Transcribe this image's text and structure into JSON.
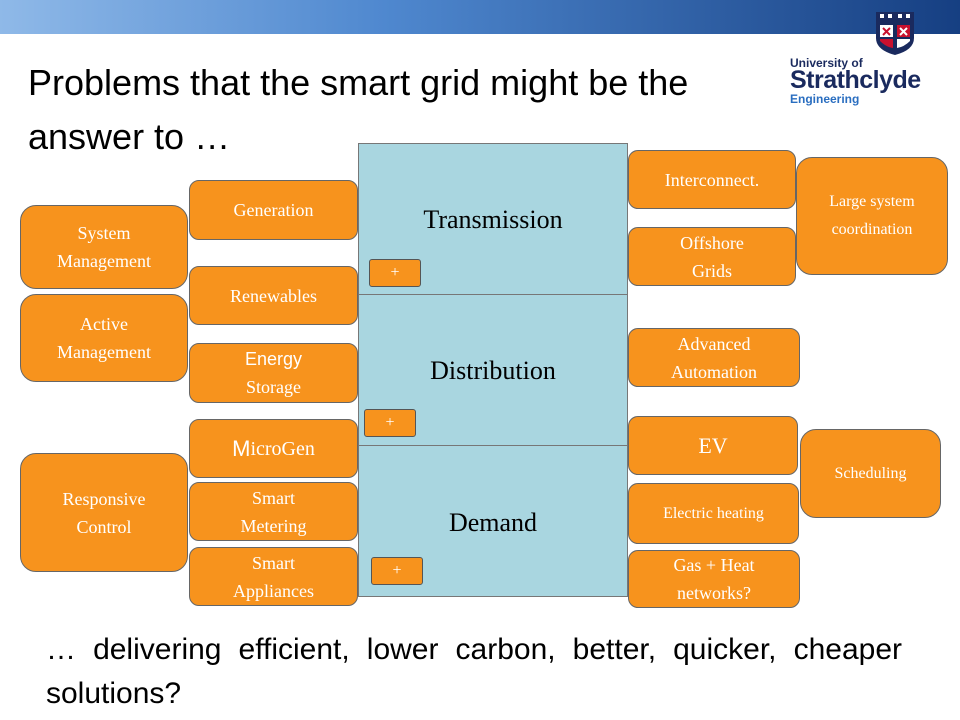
{
  "title": "Problems that the smart grid might be the answer to …",
  "logo": {
    "line1": "University of",
    "line2": "Strathclyde",
    "line3": "Engineering"
  },
  "tiers": {
    "transmission": "Transmission",
    "distribution": "Distribution",
    "demand": "Demand"
  },
  "plus": "+",
  "left_outer": {
    "system": "System\nManagement",
    "active": "Active\nManagement",
    "responsive": "Responsive\nControl"
  },
  "left_inner": {
    "generation": "Generation",
    "renewables": "Renewables",
    "energy_a": "Energy",
    "energy_b": "Storage",
    "microgen_m": "M",
    "microgen_rest": "icroGen",
    "metering": "Smart\nMetering",
    "appliances": "Smart\nAppliances"
  },
  "right_inner": {
    "interconnect": "Interconnect.",
    "offshore": "Offshore\nGrids",
    "automation": "Advanced\nAutomation",
    "ev": "EV",
    "heating": "Electric heating",
    "gas": "Gas + Heat\nnetworks?"
  },
  "right_outer": {
    "large": "Large system\ncoordination",
    "scheduling": "Scheduling"
  },
  "footer": "… delivering efficient, lower carbon, better, quicker, cheaper solutions?",
  "colors": {
    "box": "#f7931d",
    "tier": "#a9d6e0",
    "bar_dark": "#163f82",
    "bar_light": "#8fb9e8"
  }
}
